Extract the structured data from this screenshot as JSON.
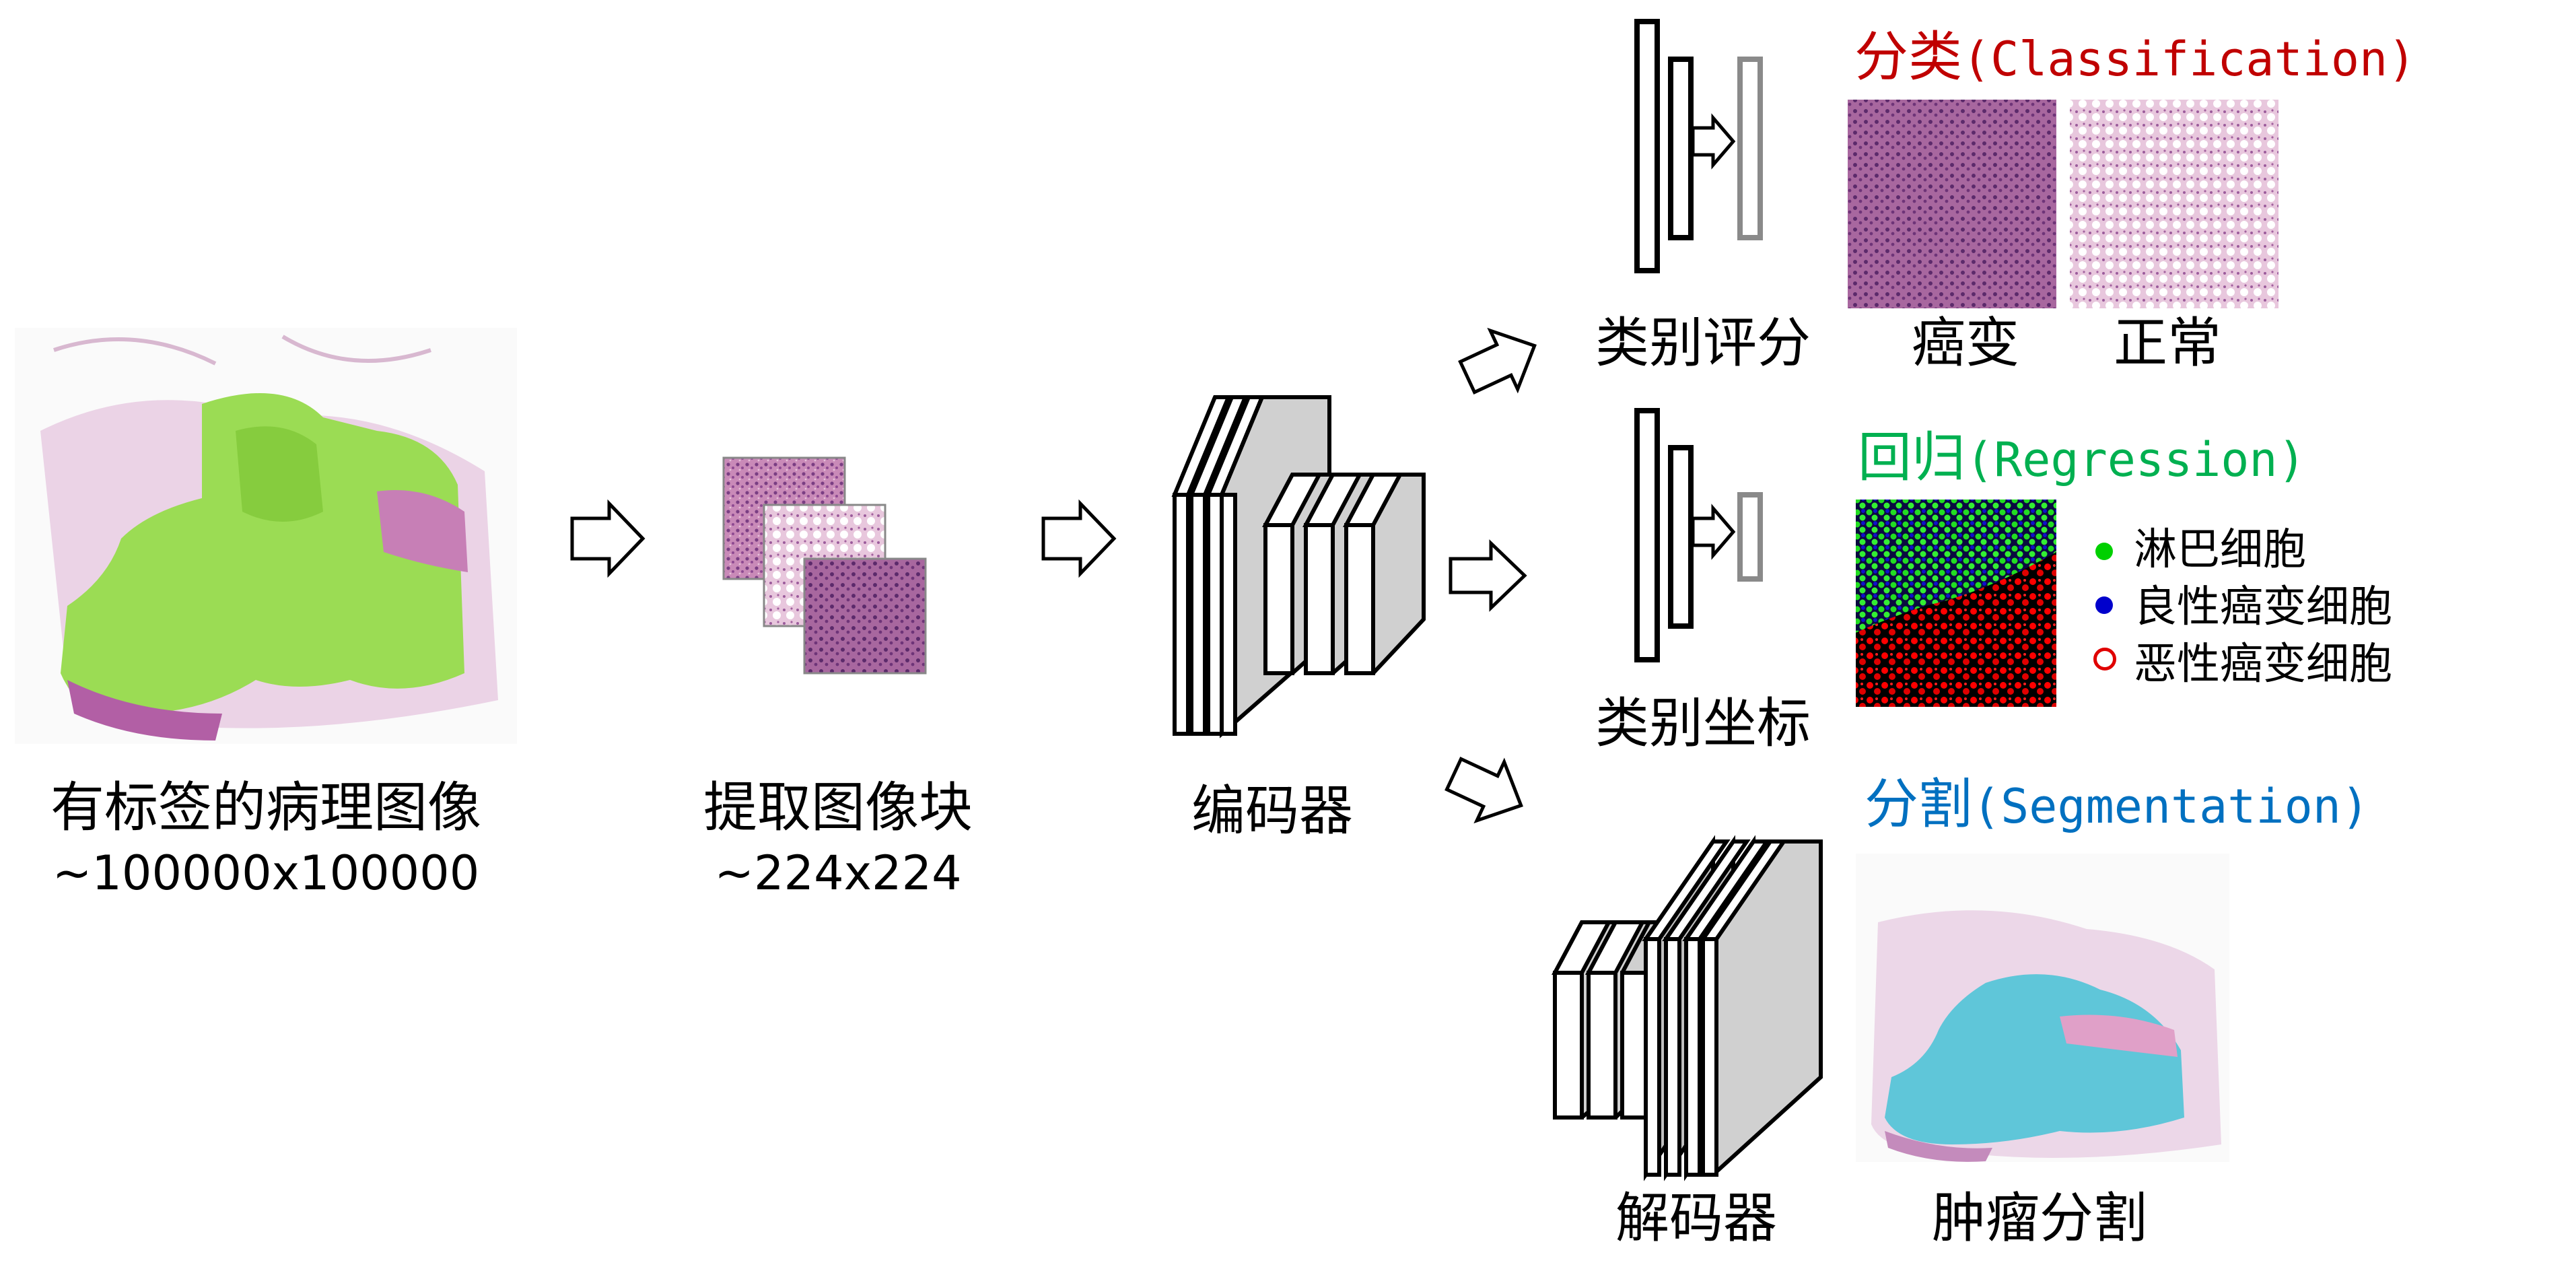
{
  "input": {
    "label": "有标签的病理图像",
    "size": "~100000x100000"
  },
  "patches": {
    "label": "提取图像块",
    "size": "~224x224"
  },
  "encoder": {
    "label": "编码器"
  },
  "decoder": {
    "label": "解码器"
  },
  "branches": {
    "classification": {
      "title_cn": "分类",
      "title_en": "(Classification)",
      "head_label": "类别评分",
      "examples": [
        "癌变",
        "正常"
      ],
      "color": "#c00000"
    },
    "regression": {
      "title_cn": "回归",
      "title_en": "(Regression)",
      "head_label": "类别坐标",
      "legend": [
        {
          "label": "淋巴细胞",
          "marker": "green-dot",
          "color": "#00d000"
        },
        {
          "label": "良性癌变细胞",
          "marker": "blue-dot",
          "color": "#0000cc"
        },
        {
          "label": "恶性癌变细胞",
          "marker": "red-ring",
          "color": "#e00000"
        }
      ],
      "color": "#00b050"
    },
    "segmentation": {
      "title_cn": "分割",
      "title_en": "(Segmentation)",
      "output_label": "肿瘤分割",
      "color": "#0070c0"
    }
  }
}
